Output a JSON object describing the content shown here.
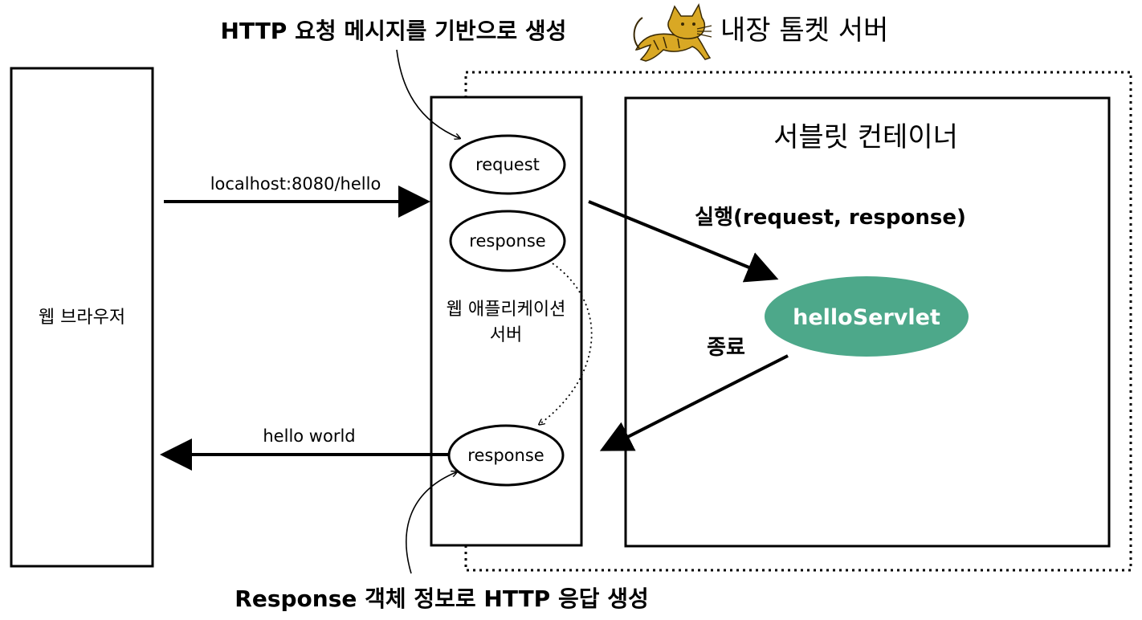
{
  "captions": {
    "top": "HTTP 요청 메시지를 기반으로 생성",
    "bottom": "Response 객체 정보로 HTTP 응답 생성"
  },
  "tomcat": {
    "title": "내장 톰켓 서버",
    "icon": "tomcat-logo-icon",
    "icon_color": "#D9A824"
  },
  "browser": {
    "label": "웹 브라우저"
  },
  "was": {
    "label_line1": "웹 애플리케이션",
    "label_line2": "서버",
    "request_label": "request",
    "response_label": "response",
    "response_out_label": "response"
  },
  "servlet_container": {
    "title": "서블릿 컨테이너",
    "execute_label": "실행(request, response)",
    "servlet_label": "helloServlet",
    "servlet_color": "#4DA88A",
    "end_label": "종료"
  },
  "arrows": {
    "request_url": "localhost:8080/hello",
    "response_body": "hello world"
  }
}
